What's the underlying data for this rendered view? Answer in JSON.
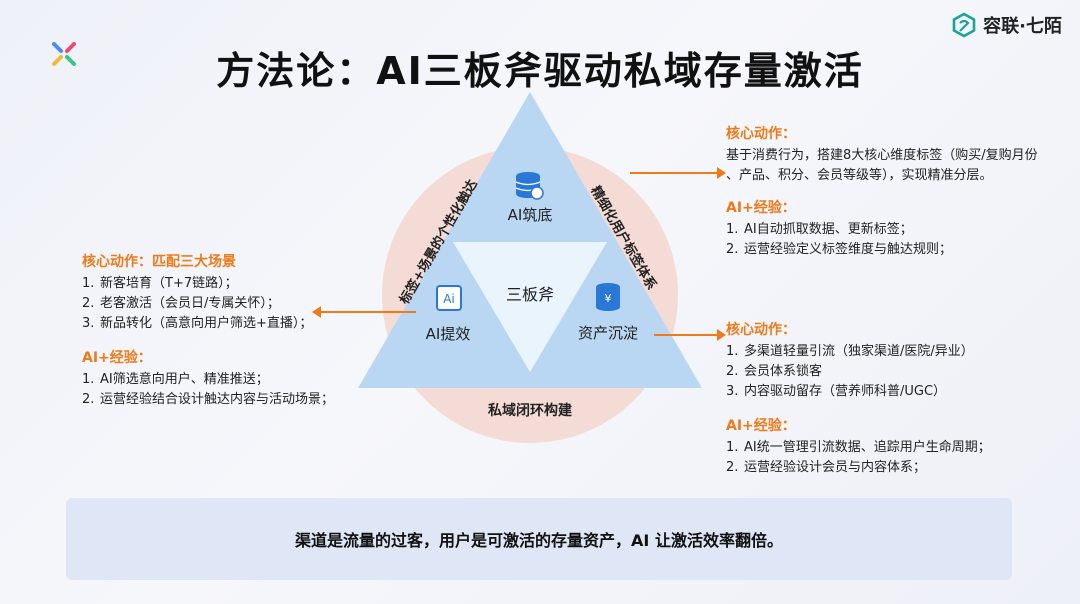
{
  "brand": {
    "name": "容联·七陌",
    "color": "#1aa39a"
  },
  "title": "方法论：AI三板斧驱动私域存量激活",
  "diagram": {
    "center": "三板斧",
    "top": "AI筑底",
    "left": "AI提效",
    "right": "资产沉淀",
    "edge_left": "标签+场景的个性化触达",
    "edge_right": "精细化用户标签体系",
    "edge_bottom": "私域闭环构建",
    "colors": {
      "outer": "#b9d6f2",
      "inner": "#eaf4fd",
      "circle": "#f3d6cf",
      "accent": "#ef7a1a"
    }
  },
  "left_panel": {
    "core_title": "核心动作：匹配三大场景",
    "core_items": [
      "1.",
      "新客培育（T+7链路）；",
      "2.",
      "老客激活（会员日/专属关怀）；",
      "3.",
      "新品转化（高意向用户筛选+直播）；"
    ],
    "ai_title": "AI+经验：",
    "ai_items": [
      "1.",
      "AI筛选意向用户、精准推送；",
      "2.",
      "运营经验结合设计触达内容与活动场景；"
    ]
  },
  "right_top_panel": {
    "core_title": "核心动作：",
    "core_text_1": "基于消费行为，搭建8大核心维度标签（购买/复购月份",
    "core_text_2": "、产品、积分、会员等级等），实现精准分层。",
    "ai_title": "AI+经验：",
    "ai_items": [
      "1.",
      "AI自动抓取数据、更新标签；",
      "2.",
      "运营经验定义标签维度与触达规则；"
    ]
  },
  "right_bottom_panel": {
    "core_title": "核心动作：",
    "core_items": [
      "1.",
      "多渠道轻量引流（独家渠道/医院/异业）",
      "2.",
      "会员体系锁客",
      "3.",
      "内容驱动留存（营养师科普/UGC）"
    ],
    "ai_title": "AI+经验：",
    "ai_items": [
      "1.",
      "AI统一管理引流数据、追踪用户生命周期；",
      "2.",
      "运营经验设计会员与内容体系；"
    ]
  },
  "summary": "渠道是流量的过客，用户是可激活的存量资产，AI 让激活效率翻倍。"
}
